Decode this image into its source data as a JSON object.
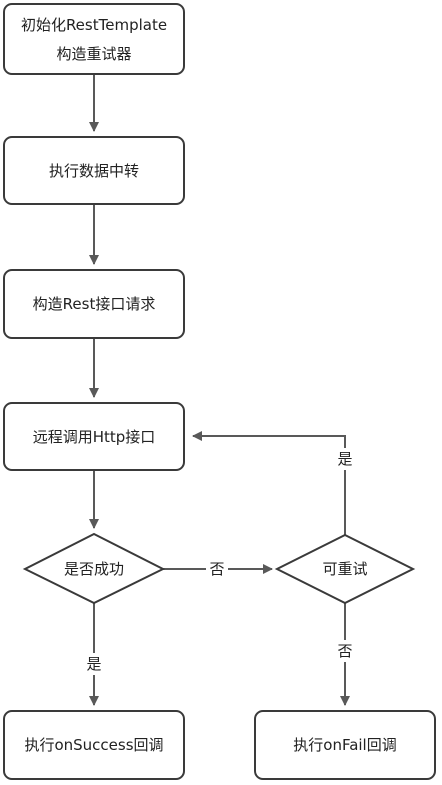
{
  "nodes": {
    "init": {
      "line1": "初始化RestTemplate",
      "line2": "构造重试器"
    },
    "transfer": {
      "label": "执行数据中转"
    },
    "build_request": {
      "label": "构造Rest接口请求"
    },
    "remote_call": {
      "label": "远程调用Http接口"
    },
    "success_check": {
      "label": "是否成功"
    },
    "retry_check": {
      "label": "可重试"
    },
    "on_success": {
      "label": "执行onSuccess回调"
    },
    "on_fail": {
      "label": "执行onFail回调"
    }
  },
  "edges": {
    "success_yes": "是",
    "success_no": "否",
    "retry_yes": "是",
    "retry_no": "否"
  }
}
